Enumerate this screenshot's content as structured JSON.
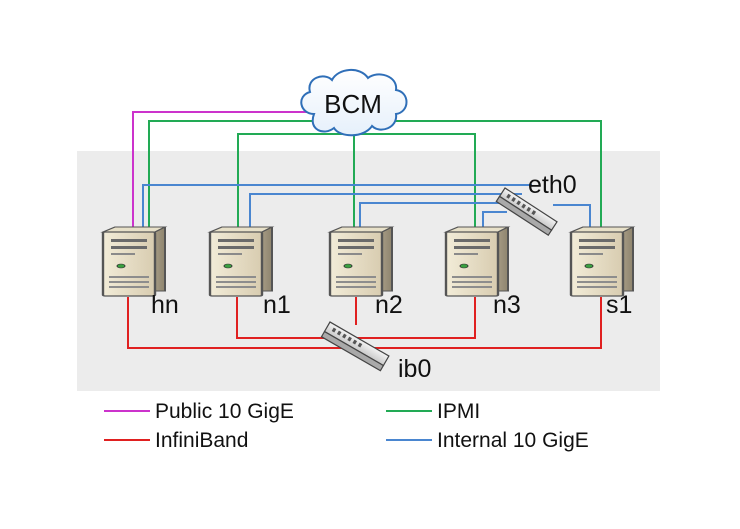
{
  "diagram": {
    "cloud_label": "BCM",
    "switch_eth_label": "eth0",
    "switch_ib_label": "ib0",
    "nodes": [
      {
        "id": "hn",
        "label": "hn"
      },
      {
        "id": "n1",
        "label": "n1"
      },
      {
        "id": "n2",
        "label": "n2"
      },
      {
        "id": "n3",
        "label": "n3"
      },
      {
        "id": "s1",
        "label": "s1"
      }
    ],
    "colors": {
      "public": "#cc33cc",
      "ipmi": "#22aa55",
      "infiniband": "#e02020",
      "internal": "#4a86d0",
      "cluster_background": "#ececec"
    }
  },
  "legend": {
    "items": [
      {
        "key": "public",
        "label": "Public 10 GigE",
        "color": "#cc33cc"
      },
      {
        "key": "ipmi",
        "label": "IPMI",
        "color": "#22aa55"
      },
      {
        "key": "infiniband",
        "label": "InfiniBand",
        "color": "#e02020"
      },
      {
        "key": "internal",
        "label": "Internal 10 GigE",
        "color": "#4a86d0"
      }
    ]
  }
}
